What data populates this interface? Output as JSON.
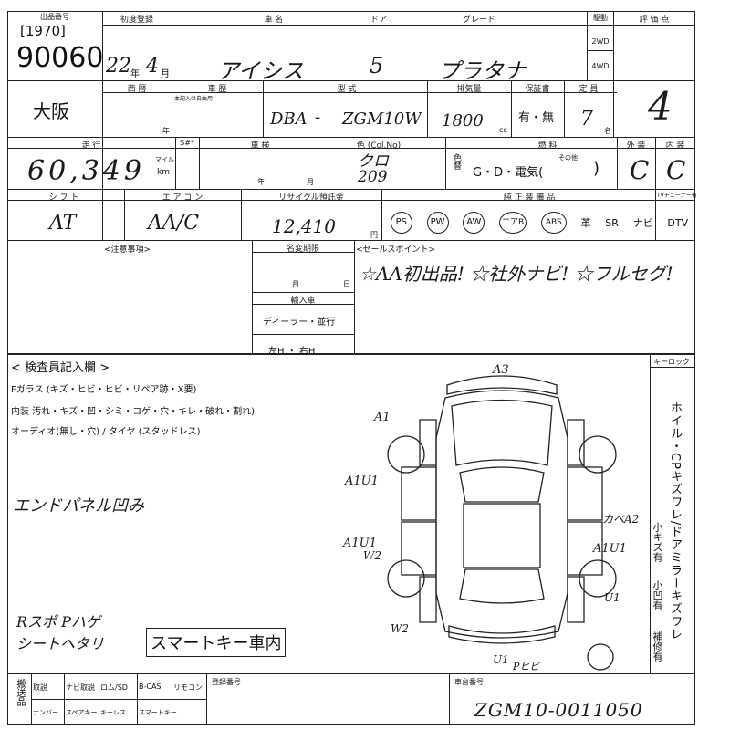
{
  "header": {
    "lot_label": "出品番号",
    "lot_code": "[1970]",
    "lot_number": "90060",
    "first_reg_label": "初度登録",
    "first_reg_year": "22",
    "first_reg_year_unit": "年",
    "first_reg_month": "4",
    "first_reg_month_unit": "月",
    "car_name_label": "車 名",
    "car_name": "アイシス",
    "door_label": "ドア",
    "doors": "5",
    "grade_label": "グレード",
    "grade": "プラタナ",
    "drive_label": "駆動",
    "drive_2wd": "2WD",
    "drive_4wd": "4WD",
    "score_label": "評 価 点",
    "score": "4"
  },
  "row2": {
    "region": "大阪",
    "model_year_label": "西 暦",
    "model_year_unit": "年",
    "body_label": "車 歴",
    "body_note": "本記入は自由用",
    "type_label": "型 式",
    "type_prefix": "DBA",
    "type_dash": "-",
    "type_code": "ZGM10W",
    "displacement_label": "排気量",
    "displacement": "1800",
    "displacement_unit": "cc",
    "warranty_label": "保証書",
    "warranty_value": "有・無",
    "capacity_label": "定 員",
    "capacity": "7",
    "capacity_unit": "名"
  },
  "row3": {
    "mileage_label": "走 行",
    "meter_label": "S#*",
    "mileage": "60,349",
    "mileage_unit_mile": "マイル",
    "mileage_unit_km": "km",
    "inspection_label": "車 検",
    "inspection_year_unit": "年",
    "inspection_month_unit": "月",
    "color_label": "色 (Col.No)",
    "color_name": "クロ",
    "color_code": "209",
    "color_change_label": "色替",
    "fuel_label": "燃 料",
    "fuel_options": "G・D・電気(",
    "fuel_other": "その他",
    "fuel_close": ")",
    "exterior_label": "外 装",
    "exterior": "C",
    "interior_label": "内 装",
    "interior": "C"
  },
  "row4": {
    "shift_label": "シ フ ト",
    "shift": "AT",
    "aircon_label": "エ ア コ ン",
    "aircon": "AA/C",
    "recycle_label": "リサイクル預託金",
    "recycle_amount": "12,410",
    "recycle_unit": "円",
    "equipment_label": "純 正 装 備 品",
    "equipment": [
      "PS",
      "PW",
      "AW",
      "エアB",
      "ABS",
      "革",
      "SR",
      "ナビ",
      "DTV"
    ],
    "tuner_label": "TVチューナー有"
  },
  "notes": {
    "notes_label": "<注意事項>",
    "rename_label": "名変期限",
    "month_unit": "月",
    "day_unit": "日",
    "import_label": "輸入車",
    "dealer_label": "ディーラー・並行",
    "handle_label": "左H ・ 右H",
    "sales_label": "<セールスポイント>",
    "sales_point": "☆AA初出品! ☆社外ナビ! ☆フルセグ!"
  },
  "inspection": {
    "title": "< 検査員記入欄 >",
    "line1": "Fガラス (キズ・ヒビ・ヒビ・リペア跡・X要)",
    "line2": "内装 汚れ・キズ・凹・シミ・コゲ・穴・キレ・破れ・割れ)",
    "line3": "オーディオ(無し・穴) / タイヤ (スタッドレス)",
    "note1": "エンドパネル凹み",
    "note2": "Rスポ Pハゲ",
    "note3": "シートヘタリ",
    "smartkey": "スマートキー車内",
    "keylock_label": "キーロック",
    "side_text": "ホイル・CPキズワレ/ドアミラーキズワレ",
    "side_a": "小キズ有",
    "side_b": "小凹有",
    "side_c": "補修有"
  },
  "diagram": {
    "labels": [
      "A3",
      "A1",
      "A1U1",
      "A1U1",
      "W2",
      "カベA2",
      "A1U1",
      "U1",
      "W2",
      "U1",
      "Pヒビ"
    ]
  },
  "footer": {
    "delivery_label": "搬送品",
    "cols_top": [
      "取説",
      "ナビ取説",
      "ロム/SD",
      "B-CAS",
      "リモコン"
    ],
    "cols_bottom": [
      "ナンバー",
      "スペアキー",
      "キーレス",
      "スマートキー"
    ],
    "reg_label": "登録番号",
    "chassis_label": "車台番号",
    "chassis": "ZGM10-0011050"
  }
}
